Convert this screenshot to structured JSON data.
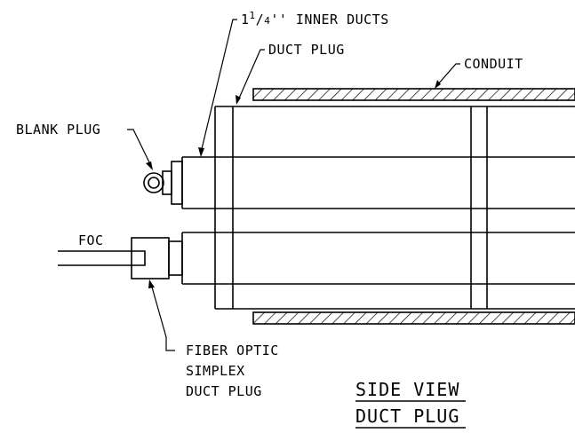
{
  "labels": {
    "inner_ducts_prefix": "1",
    "inner_ducts_sup": "1",
    "inner_ducts_slash": "/",
    "inner_ducts_sub": "4",
    "inner_ducts_suffix": "'' INNER DUCTS",
    "duct_plug": "DUCT PLUG",
    "conduit": "CONDUIT",
    "blank_plug": "BLANK PLUG",
    "foc": "FOC",
    "fiber_optic_line1": "FIBER OPTIC",
    "fiber_optic_line2": "SIMPLEX",
    "fiber_optic_line3": "DUCT PLUG"
  },
  "title": {
    "line1": "SIDE VIEW",
    "line2": "DUCT PLUG"
  }
}
